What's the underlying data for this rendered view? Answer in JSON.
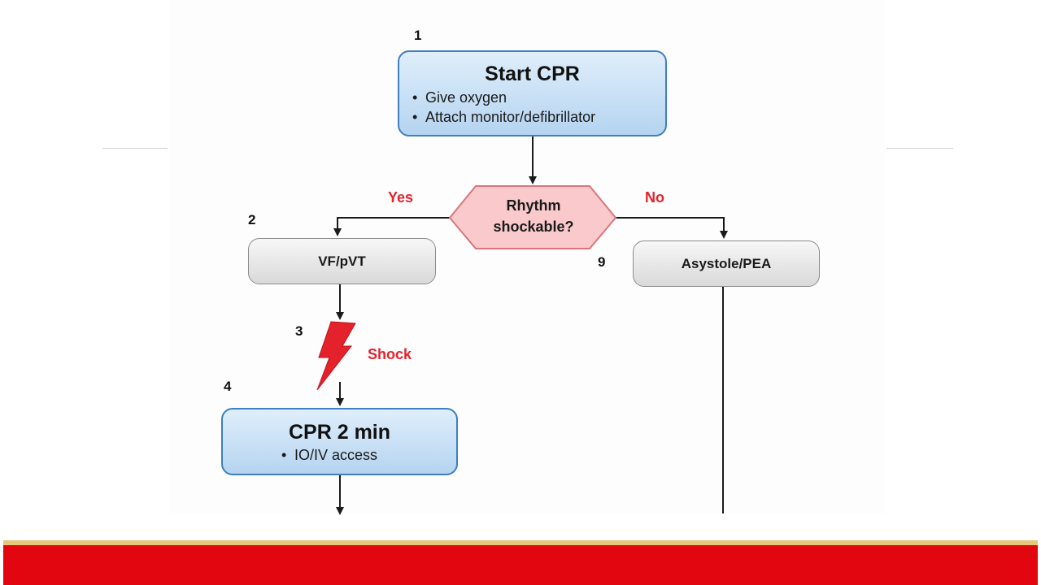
{
  "diagram": {
    "start_node": {
      "number": "1",
      "title": "Start CPR",
      "bullets": [
        "Give oxygen",
        "Attach monitor/defibrillator"
      ]
    },
    "decision": {
      "line1": "Rhythm",
      "line2": "shockable?",
      "yes_label": "Yes",
      "no_label": "No"
    },
    "vf_node": {
      "number": "2",
      "label": "VF/pVT"
    },
    "shock": {
      "number": "3",
      "label": "Shock"
    },
    "cpr_node": {
      "number": "4",
      "title": "CPR 2 min",
      "bullets": [
        "IO/IV access"
      ]
    },
    "asystole_node": {
      "number": "9",
      "label": "Asystole/PEA"
    }
  },
  "colors": {
    "accent_red": "#e4222b",
    "footer_red": "#e1060f",
    "footer_gold": "#e7c77a",
    "box_blue_border": "#3f7fbf",
    "decision_fill": "#f9c9cb"
  }
}
